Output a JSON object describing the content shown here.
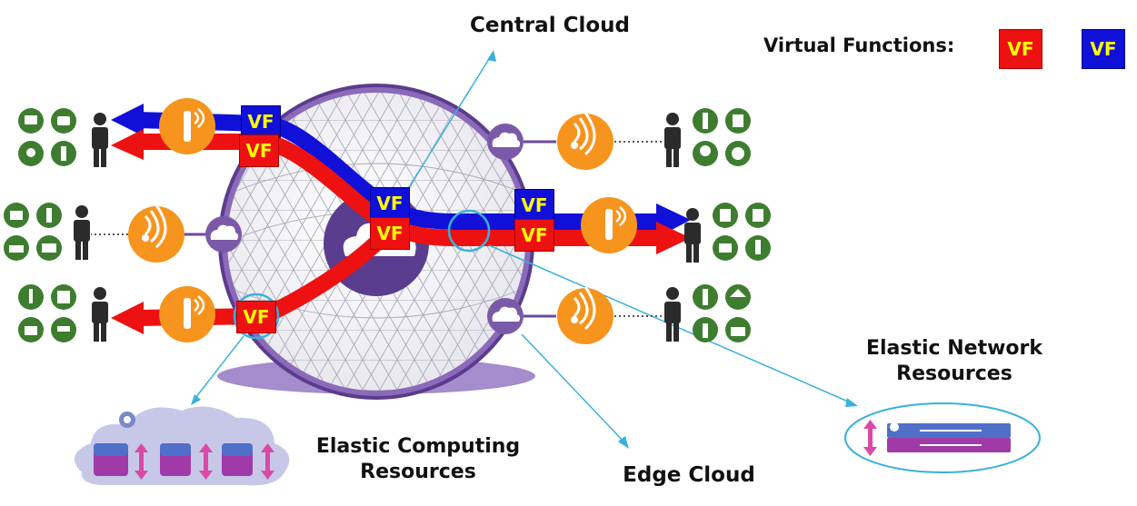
{
  "labels": {
    "central_cloud": "Central Cloud",
    "edge_cloud": "Edge Cloud",
    "elastic_computing_line1": "Elastic Computing",
    "elastic_computing_line2": "Resources",
    "elastic_network_line1": "Elastic Network",
    "elastic_network_line2": "Resources"
  },
  "legend": {
    "title": "Virtual Functions:",
    "red_label": "VF",
    "blue_label": "VF"
  },
  "vf_label": "VF",
  "colors": {
    "red": "#ee1111",
    "blue": "#1010d8",
    "vf_text": "#ffff00",
    "purple": "#6b4a9b",
    "light_purple": "#b79fd6",
    "orange": "#f7941d",
    "green": "#3e7d2f",
    "cyan": "#39b0de"
  }
}
